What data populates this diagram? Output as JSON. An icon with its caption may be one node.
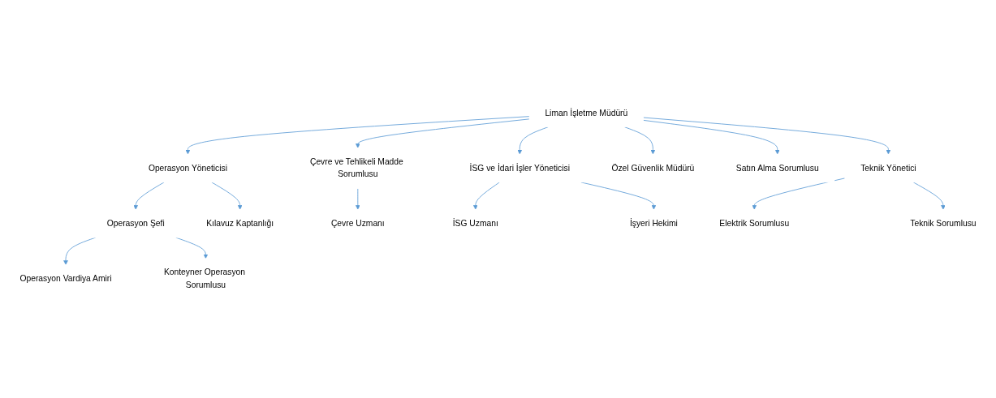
{
  "diagram": {
    "nodes": [
      {
        "text": [
          "Liman İşletme Müdürü"
        ]
      },
      {
        "text": [
          "Operasyon Yöneticisi"
        ]
      },
      {
        "text": [
          "Çevre ve Tehlikeli Madde Sorumlusu"
        ]
      },
      {
        "text": [
          "İSG ve İdari İşler Yöneticisi"
        ]
      },
      {
        "text": [
          "Özel Güvenlik Müdürü"
        ]
      },
      {
        "text": [
          "Satın Alma Sorumlusu"
        ]
      },
      {
        "text": [
          "Teknik Yönetici"
        ]
      },
      {
        "text": [
          "Operasyon Şefi"
        ]
      },
      {
        "text": [
          "Kılavuz Kaptanlığı"
        ]
      },
      {
        "text": [
          "Çevre Uzmanı"
        ]
      },
      {
        "text": [
          "İSG Uzmanı"
        ]
      },
      {
        "text": [
          "İşyeri Hekimi"
        ]
      },
      {
        "text": [
          "Elektrik Sorumlusu"
        ]
      },
      {
        "text": [
          "Teknik Sorumlusu"
        ]
      },
      {
        "text": [
          "Operasyon Vardiya Amiri"
        ]
      },
      {
        "text": [
          "Konteyner Operasyon Sorumlusu"
        ]
      }
    ],
    "edges": [
      {
        "from": 0,
        "to": 1,
        "arrow": "to"
      },
      {
        "from": 0,
        "to": 2,
        "arrow": "to"
      },
      {
        "from": 0,
        "to": 3,
        "arrow": "to"
      },
      {
        "from": 0,
        "to": 4,
        "arrow": "to"
      },
      {
        "from": 0,
        "to": 5,
        "arrow": "to"
      },
      {
        "from": 0,
        "to": 6,
        "arrow": "to"
      },
      {
        "from": 1,
        "to": 7,
        "arrow": "to"
      },
      {
        "from": 1,
        "to": 8,
        "arrow": "to"
      },
      {
        "from": 2,
        "to": 9,
        "arrow": "to"
      },
      {
        "from": 3,
        "to": 10,
        "arrow": "to"
      },
      {
        "from": 3,
        "to": 11,
        "arrow": "to"
      },
      {
        "from": 6,
        "to": 12,
        "arrow": "to"
      },
      {
        "from": 6,
        "to": 13,
        "arrow": "to"
      },
      {
        "from": 7,
        "to": 14,
        "arrow": "to"
      },
      {
        "from": 7,
        "to": 15,
        "arrow": "to"
      }
    ]
  }
}
